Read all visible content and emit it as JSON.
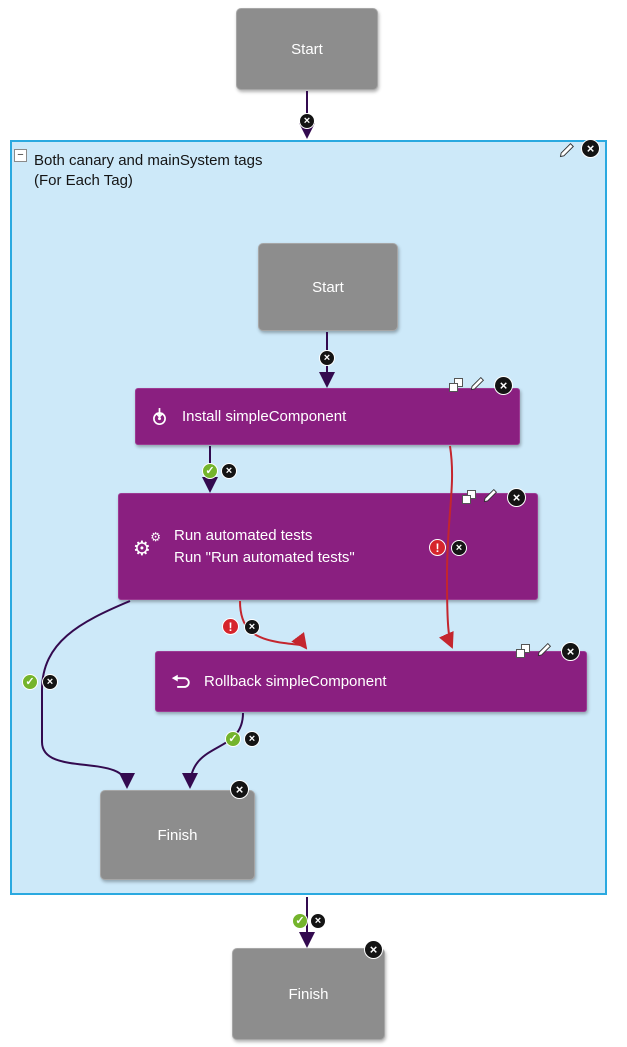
{
  "loop": {
    "title": "Both canary and mainSystem tags",
    "subtitle": "(For Each Tag)"
  },
  "nodes": {
    "outer_start": "Start",
    "inner_start": "Start",
    "install": "Install simpleComponent",
    "run_line1": "Run automated tests",
    "run_line2": "Run \"Run automated tests\"",
    "rollback": "Rollback simpleComponent",
    "inner_finish": "Finish",
    "outer_finish": "Finish"
  },
  "glyphs": {
    "delete": "×",
    "check": "✓",
    "alert": "!",
    "gear": "⚙",
    "collapse": "−"
  },
  "colors": {
    "node_purple": "#8a1f80",
    "node_gray": "#8d8d8d",
    "loop_background": "#cde9f9",
    "loop_border": "#2aa9e0",
    "edge_default": "#330a4f",
    "edge_failure": "#c4262e",
    "success_green": "#74b42c",
    "failure_red": "#d6252c"
  }
}
